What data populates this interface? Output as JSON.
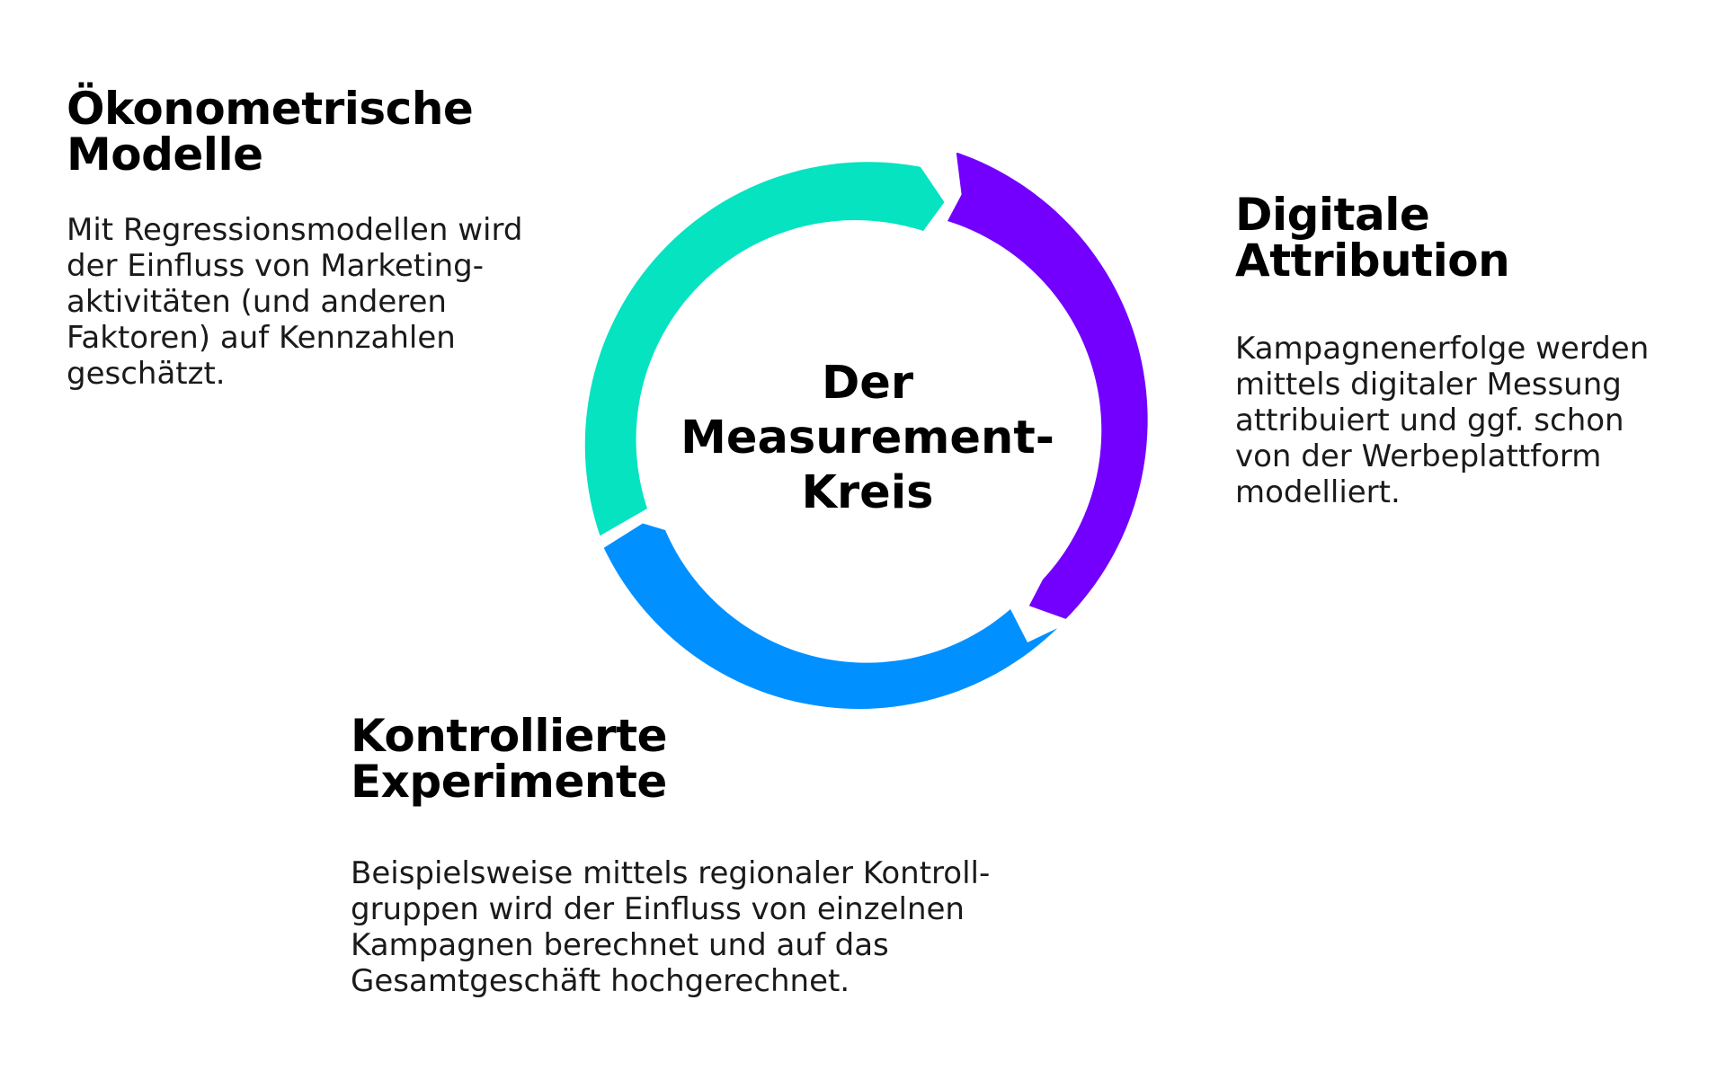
{
  "diagram": {
    "center": {
      "lines": [
        "Der",
        "Measurement-",
        "Kreis"
      ]
    },
    "segments": [
      {
        "id": "oekonometrie",
        "color": "#05E3C1",
        "title_lines": [
          "Ökonometrische",
          "Modelle"
        ],
        "text_lines": [
          "Mit Regressionsmodellen wird",
          "der Einfluss von Marketing-",
          "aktivitäten (und anderen",
          "Faktoren) auf Kennzahlen",
          "geschätzt."
        ]
      },
      {
        "id": "attribution",
        "color": "#7300FF",
        "title_lines": [
          "Digitale",
          "Attribution"
        ],
        "text_lines": [
          "Kampagnenerfolge werden",
          "mittels digitaler Messung",
          "attribuiert und ggf. schon",
          "von der Werbeplattform",
          "modelliert."
        ]
      },
      {
        "id": "experimente",
        "color": "#0090FF",
        "title_lines": [
          "Kontrollierte",
          "Experimente"
        ],
        "text_lines": [
          "Beispielsweise mittels regionaler Kontroll-",
          "gruppen wird der Einfluss von einzelnen",
          "Kampagnen berechnet und auf das",
          "Gesamtgeschäft hochgerechnet."
        ]
      }
    ]
  }
}
